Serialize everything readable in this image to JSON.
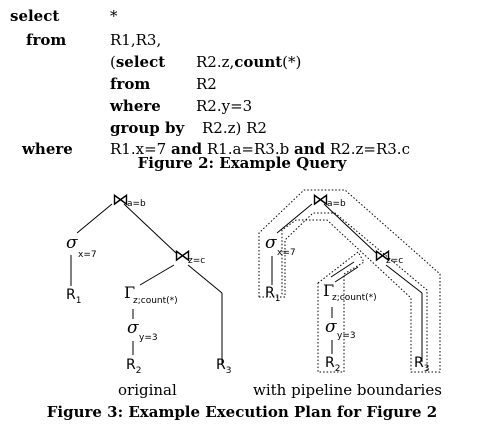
{
  "query": {
    "select_kw": "select",
    "select_val": "*",
    "from_kw": "from",
    "from_val": "R1,R3,",
    "sub_select_open": "(",
    "sub_select_kw": "select",
    "sub_select_val_prefix": "R2.z,",
    "sub_select_count_kw": "count",
    "sub_select_val_suffix": "(*)",
    "sub_from_kw": "from",
    "sub_from_val": "R2",
    "sub_where_kw": "where",
    "sub_where_val": "R2.y=3",
    "sub_group_kw": "group by",
    "sub_group_val": "R2.z) R2",
    "where_kw": "where",
    "where_val_1": "R1.x=7",
    "and_kw_1": "and",
    "where_val_2": "R1.a=R3.b",
    "and_kw_2": "and",
    "where_val_3": "R2.z=R3.c"
  },
  "figure2_caption": "Figure 2: Example Query",
  "plan_left": {
    "join_top_symbol": "⋈",
    "join_top_label": "a=b",
    "select_x_symbol": "σ",
    "select_x_label": "x=7",
    "r1_label": "R",
    "r1_sub": "1",
    "join_z_symbol": "⋈",
    "join_z_label": "z=c",
    "group_symbol": "Γ",
    "group_label": "z;count(*)",
    "select_y_symbol": "σ",
    "select_y_label": "y=3",
    "r2_label": "R",
    "r2_sub": "2",
    "r3_label": "R",
    "r3_sub": "3",
    "caption": "original"
  },
  "plan_right": {
    "join_top_symbol": "⋈",
    "join_top_label": "a=b",
    "select_x_symbol": "σ",
    "select_x_label": "x=7",
    "r1_label": "R",
    "r1_sub": "1",
    "join_z_symbol": "⋈",
    "join_z_label": "z=c",
    "group_symbol": "Γ",
    "group_label": "z;count(*)",
    "select_y_symbol": "σ",
    "select_y_label": "y=3",
    "r2_label": "R",
    "r2_sub": "2",
    "r3_label": "R",
    "r3_sub": "3",
    "caption": "with pipeline boundaries"
  },
  "figure3_caption": "Figure 3: Example Execution Plan for Figure 2"
}
